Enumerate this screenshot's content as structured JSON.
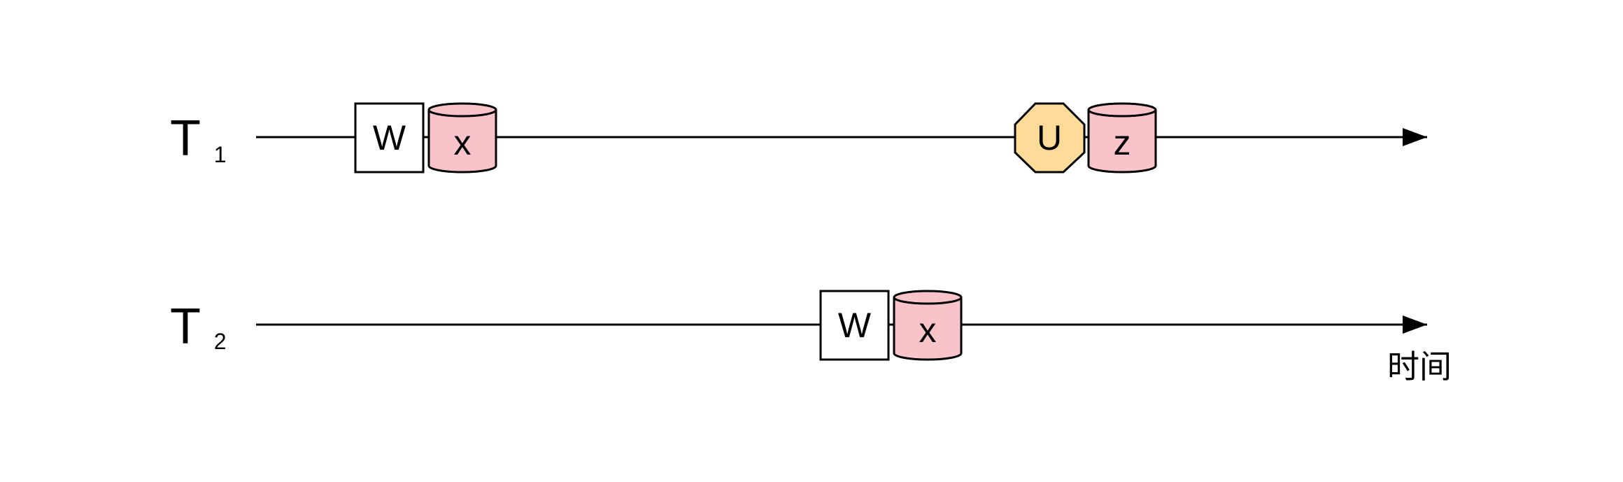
{
  "colors": {
    "line": "#000000",
    "write_box": "#ffffff",
    "data_item": "#f8c3c9",
    "unlock": "#ffdb99"
  },
  "lanes": [
    {
      "label": "T",
      "subscript": "1",
      "events": [
        {
          "op": "W",
          "item": "x",
          "op_shape": "square"
        },
        {
          "op": "U",
          "item": "z",
          "op_shape": "octagon"
        }
      ]
    },
    {
      "label": "T",
      "subscript": "2",
      "events": [
        {
          "op": "W",
          "item": "x",
          "op_shape": "square"
        }
      ]
    }
  ],
  "time_axis": {
    "label": "时间"
  }
}
